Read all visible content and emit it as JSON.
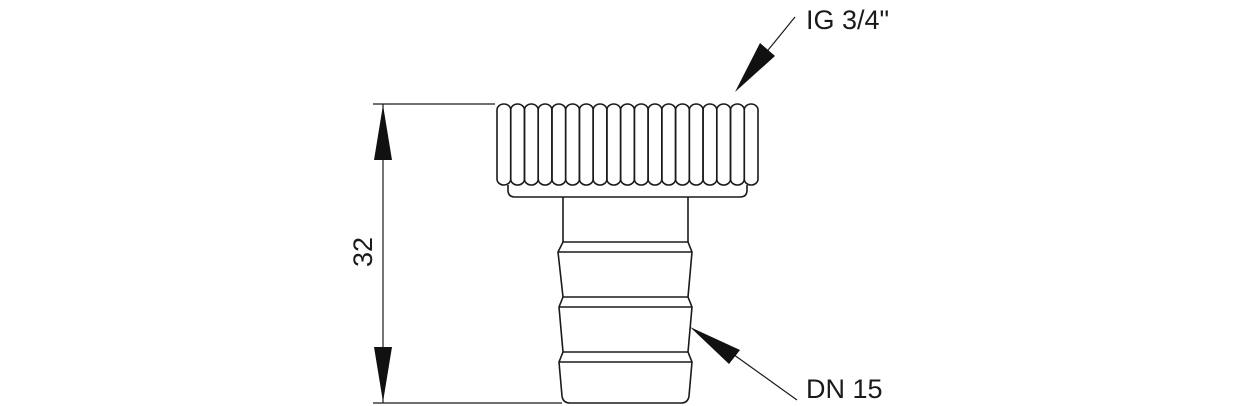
{
  "drawing": {
    "dimension_height": "32",
    "thread_label": "IG 3/4\"",
    "nominal_diameter_label": "DN 15",
    "knurl_rib_count": 19,
    "line_color": "#1a1a1a"
  }
}
